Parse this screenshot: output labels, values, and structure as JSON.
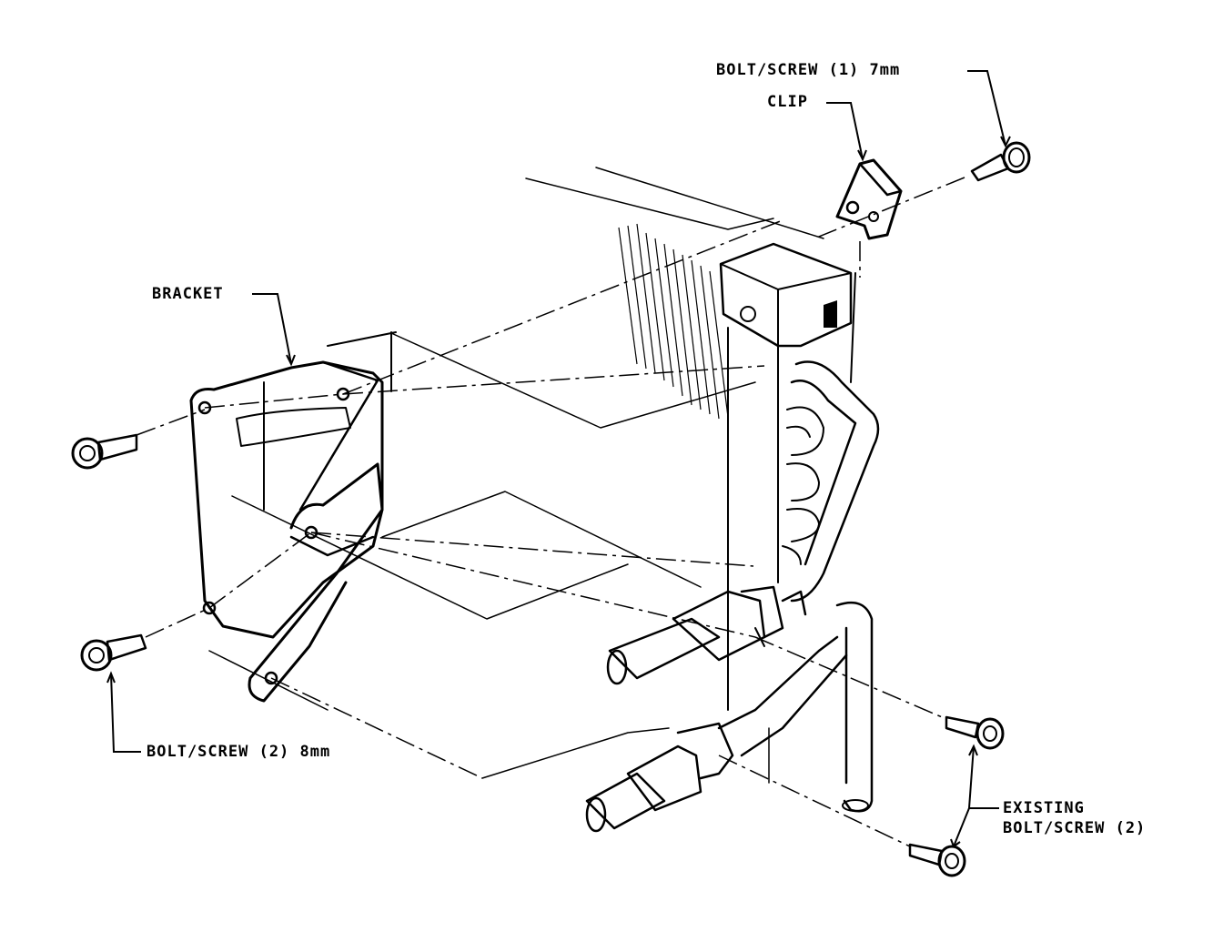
{
  "labels": {
    "bolt_screw_1": "BOLT/SCREW (1) 7mm",
    "clip": "CLIP",
    "bracket": "BRACKET",
    "bolt_screw_2": "BOLT/SCREW (2) 8mm",
    "existing_line1": "EXISTING",
    "existing_line2": "BOLT/SCREW (2)"
  }
}
